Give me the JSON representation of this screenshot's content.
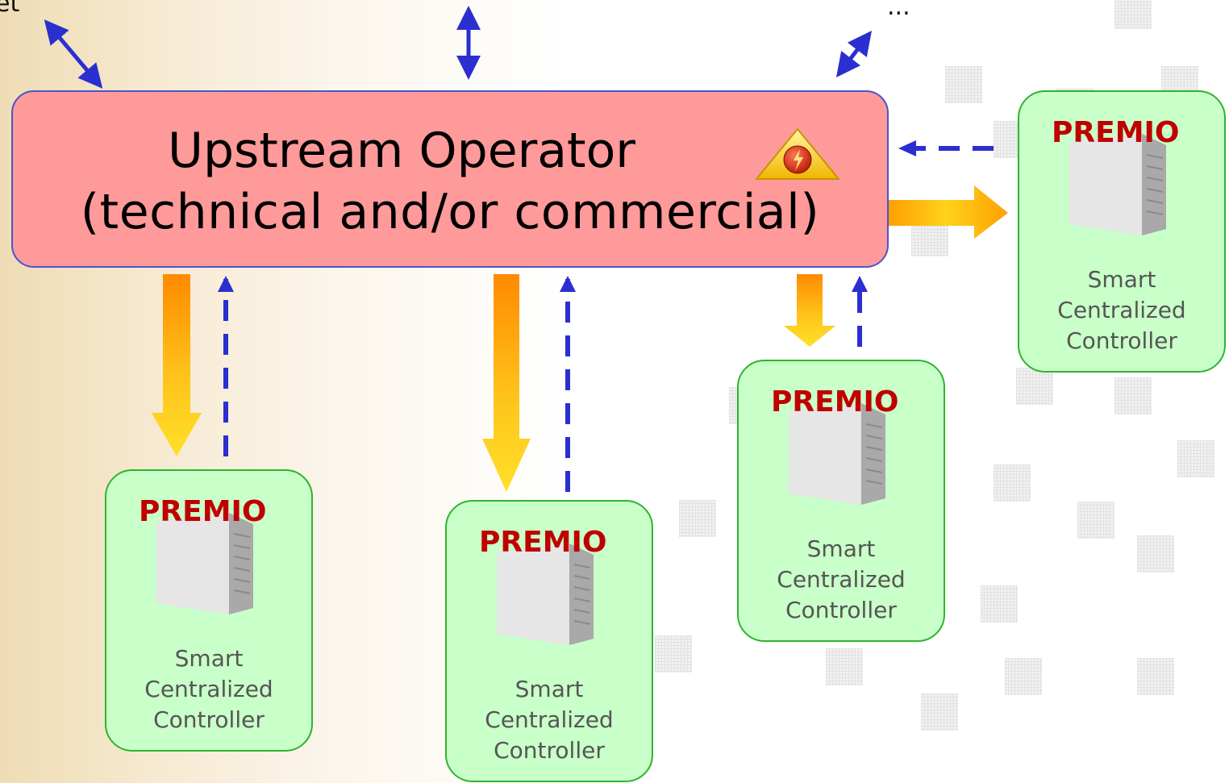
{
  "top_labels": {
    "left_text": "et",
    "right_text": "..."
  },
  "operator": {
    "line1": "Upstream Operator",
    "line2": "(technical and/or commercial)",
    "icon": "warning-lightning-icon"
  },
  "controllers": [
    {
      "brand": "PREMIO",
      "label_lines": [
        "Smart",
        "Centralized",
        "Controller"
      ]
    },
    {
      "brand": "PREMIO",
      "label_lines": [
        "Smart",
        "Centralized",
        "Controller"
      ]
    },
    {
      "brand": "PREMIO",
      "label_lines": [
        "Smart",
        "Centralized",
        "Controller"
      ]
    },
    {
      "brand": "PREMIO",
      "label_lines": [
        "Smart",
        "Centralized",
        "Controller"
      ]
    }
  ],
  "colors": {
    "operator_fill": "#ff9a9a",
    "operator_border": "#4a55c8",
    "node_fill": "#c9ffc9",
    "node_border": "#2db52d",
    "brand": "#c00000",
    "feedback_arrow": "#2b2fd0",
    "command_arrow": "#ffb300"
  },
  "connections": [
    {
      "from": "operator",
      "to": "controller-1",
      "style": "solid-orange"
    },
    {
      "from": "controller-1",
      "to": "operator",
      "style": "dashed-blue"
    },
    {
      "from": "operator",
      "to": "controller-2",
      "style": "solid-orange"
    },
    {
      "from": "controller-2",
      "to": "operator",
      "style": "dashed-blue"
    },
    {
      "from": "operator",
      "to": "controller-3",
      "style": "solid-orange"
    },
    {
      "from": "controller-3",
      "to": "operator",
      "style": "dashed-blue"
    },
    {
      "from": "operator",
      "to": "controller-4",
      "style": "solid-orange"
    },
    {
      "from": "controller-4",
      "to": "operator",
      "style": "dashed-blue"
    }
  ]
}
